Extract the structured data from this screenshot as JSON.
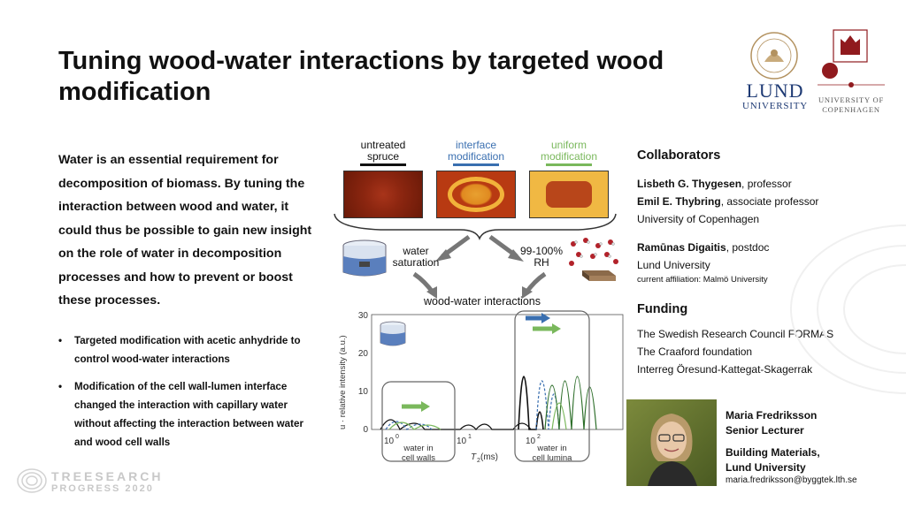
{
  "title": "Tuning wood-water interactions by targeted wood modification",
  "intro": "Water is an essential requirement for decomposition of biomass. By tuning the interaction between wood and water, it could thus be possible to gain new insight on the role of water in decomposition processes and how to prevent or boost these processes.",
  "bullets": [
    "Targeted modification with acetic anhydride to control wood-water interactions",
    "Modification of the cell wall-lumen interface changed the interaction with capillary water without affecting the interaction between water and wood cell walls"
  ],
  "figure": {
    "samples": [
      {
        "line1": "untreated",
        "line2": "spruce",
        "color": "#111111"
      },
      {
        "line1": "interface",
        "line2": "modification",
        "color": "#3a6fb0"
      },
      {
        "line1": "uniform",
        "line2": "modification",
        "color": "#7ab85c"
      }
    ],
    "water_saturation_l1": "water",
    "water_saturation_l2": "saturation",
    "rh_l1": "99-100%",
    "rh_l2": "RH",
    "interactions": "wood-water interactions",
    "ylabel": "u · relative intensity (a.u.)",
    "xlabel_T": "T",
    "xlabel_sub": "2",
    "xlabel_unit": " (ms)",
    "y_ticks": [
      "30",
      "20",
      "10",
      "0"
    ],
    "x_ticks": [
      "10",
      "10",
      "10"
    ],
    "x_tick_exps": [
      "0",
      "1",
      "2"
    ],
    "box_left_l1": "water in",
    "box_left_l2": "cell walls",
    "box_right_l1": "water in",
    "box_right_l2": "cell lumina"
  },
  "logos": {
    "lund_l1": "LUND",
    "lund_l2": "UNIVERSITY",
    "cph_l1": "UNIVERSITY OF",
    "cph_l2": "COPENHAGEN"
  },
  "collaborators": {
    "heading": "Collaborators",
    "p1_name": "Lisbeth G. Thygesen",
    "p1_role": ", professor",
    "p2_name": "Emil E. Thybring",
    "p2_role": ", associate professor",
    "p12_affil": "University of Copenhagen",
    "p3_name": "Ramūnas Digaitis",
    "p3_role": ", postdoc",
    "p3_affil": "Lund University",
    "p3_current": "current affiliation: Malmö University"
  },
  "funding": {
    "heading": "Funding",
    "items": [
      "The Swedish Research Council FORMAS",
      "The Craaford foundation",
      "Interreg Öresund-Kattegat-Skagerrak"
    ]
  },
  "profile": {
    "name": "Maria Fredriksson",
    "title": "Senior Lecturer",
    "dept_l1": "Building Materials,",
    "dept_l2": "Lund University",
    "email": "maria.fredriksson@byggtek.lth.se"
  },
  "watermark": {
    "line1": "TREESEARCH",
    "line2": "PROGRESS 2020"
  }
}
